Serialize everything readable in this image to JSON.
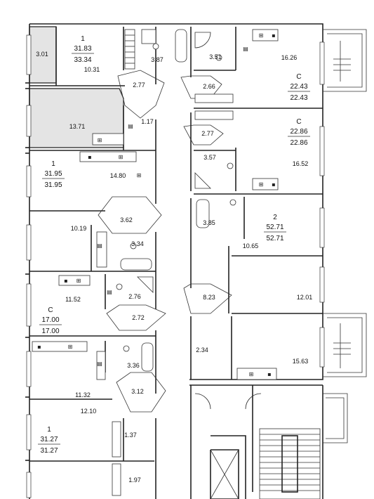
{
  "apartments": [
    {
      "rooms": "1",
      "area_a": "31.83",
      "area_b": "33.34"
    },
    {
      "rooms": "C",
      "area_a": "22.43",
      "area_b": "22.43"
    },
    {
      "rooms": "C",
      "area_a": "22.86",
      "area_b": "22.86"
    },
    {
      "rooms": "1",
      "area_a": "31.95",
      "area_b": "31.95"
    },
    {
      "rooms": "2",
      "area_a": "52.71",
      "area_b": "52.71"
    },
    {
      "rooms": "C",
      "area_a": "17.00",
      "area_b": "17.00"
    },
    {
      "rooms": "1",
      "area_a": "31.27",
      "area_b": "31.27"
    }
  ],
  "room_areas": {
    "r01": "3.01",
    "r02": "10.31",
    "r03": "3.87",
    "r04": "2.77",
    "r05": "3.51",
    "r06": "2.66",
    "r07": "16.26",
    "r08": "13.71",
    "r09": "1.17",
    "r10": "2.77",
    "r11": "3.57",
    "r12": "16.52",
    "r13": "14.80",
    "r14": "3.62",
    "r15": "10.19",
    "r16": "3.34",
    "r17": "3.85",
    "r18": "10.65",
    "r19": "11.52",
    "r20": "2.76",
    "r21": "2.72",
    "r22": "8.23",
    "r23": "12.01",
    "r24": "2.34",
    "r25": "15.63",
    "r26": "3.36",
    "r27": "11.32",
    "r28": "3.12",
    "r29": "12.10",
    "r30": "1.37",
    "r31": "1.97"
  },
  "icons": {
    "stove": "stove-icon",
    "sink": "sink-icon",
    "fridge": "fridge-icon"
  }
}
